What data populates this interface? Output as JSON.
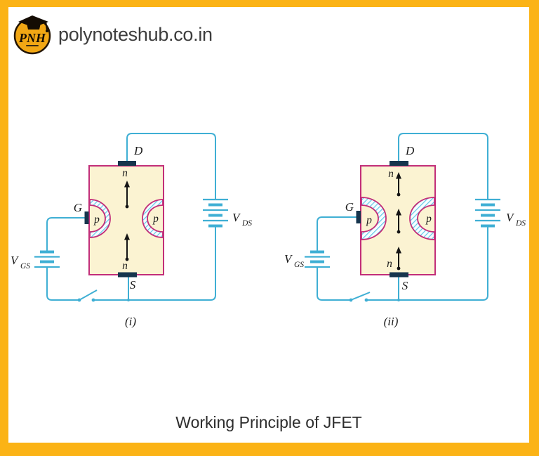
{
  "header": {
    "site_name": "polynoteshub.co.in",
    "logo_text": "PNH"
  },
  "caption": "Working Principle of JFET",
  "colors": {
    "frame_orange": "#FBB316",
    "wire_cyan": "#3FAFD4",
    "channel_fill": "#FBF3D2",
    "channel_border": "#C22E79",
    "electrode_navy": "#16354D",
    "depletion_hatch_blue": "#62C8E6",
    "label_text": "#1c1c1c",
    "logo_orange": "#F2A714"
  },
  "figure": {
    "circuits": [
      {
        "label": "(i)",
        "drain": "D",
        "source": "S",
        "gate": "G",
        "n_top": "n",
        "n_bottom": "n",
        "p_left": "p",
        "p_right": "p",
        "vgs_main": "V",
        "vgs_sub": "GS",
        "vds_main": "V",
        "vds_sub": "DS",
        "current_arrows": 2
      },
      {
        "label": "(ii)",
        "drain": "D",
        "source": "S",
        "gate": "G",
        "n_top": "n",
        "n_bottom": "n",
        "p_left": "p",
        "p_right": "p",
        "vgs_main": "V",
        "vgs_sub": "GS",
        "vds_main": "V",
        "vds_sub": "DS",
        "current_arrows": 3
      }
    ]
  }
}
